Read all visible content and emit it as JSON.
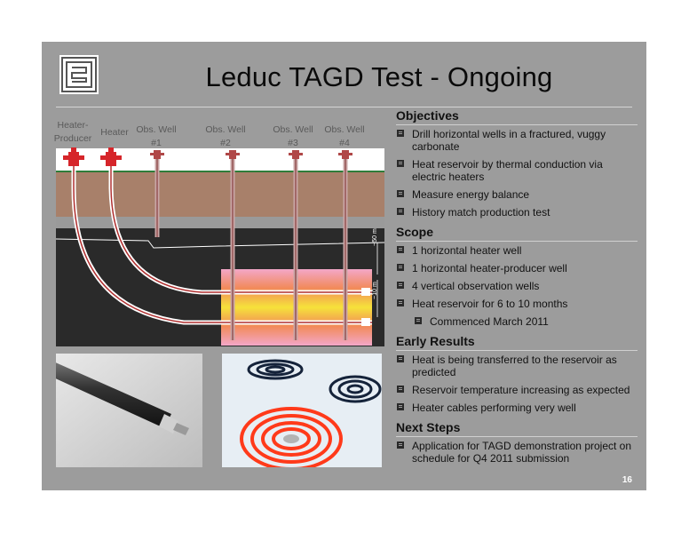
{
  "slide": {
    "title": "Leduc TAGD Test - Ongoing",
    "page_number": "16"
  },
  "diagram": {
    "labels": [
      {
        "line1": "Heater-",
        "line2": "Producer"
      },
      {
        "line1": "Heater",
        "line2": ""
      },
      {
        "line1": "Obs. Well",
        "line2": "#1"
      },
      {
        "line1": "Obs. Well",
        "line2": "#2"
      },
      {
        "line1": "Obs. Well",
        "line2": "#3"
      },
      {
        "line1": "Obs. Well",
        "line2": "#4"
      }
    ],
    "dim_50m": "~50 m",
    "dim_10m": "~10 m"
  },
  "sections": {
    "objectives": {
      "heading": "Objectives",
      "items": [
        "Drill horizontal wells in a fractured, vuggy carbonate",
        "Heat reservoir by thermal conduction via electric heaters",
        "Measure energy balance",
        "History match production test"
      ]
    },
    "scope": {
      "heading": "Scope",
      "items": [
        "1 horizontal heater well",
        "1 horizontal heater-producer well",
        "4 vertical observation wells",
        "Heat reservoir for 6 to 10 months"
      ],
      "subitem": "Commenced March 2011"
    },
    "early_results": {
      "heading": "Early Results",
      "items": [
        "Heat is being transferred to the reservoir as predicted",
        "Reservoir temperature increasing as expected",
        "Heater cables performing very well"
      ]
    },
    "next_steps": {
      "heading": "Next Steps",
      "items": [
        "Application for TAGD demonstration project on schedule for Q4 2011 submission"
      ]
    }
  }
}
